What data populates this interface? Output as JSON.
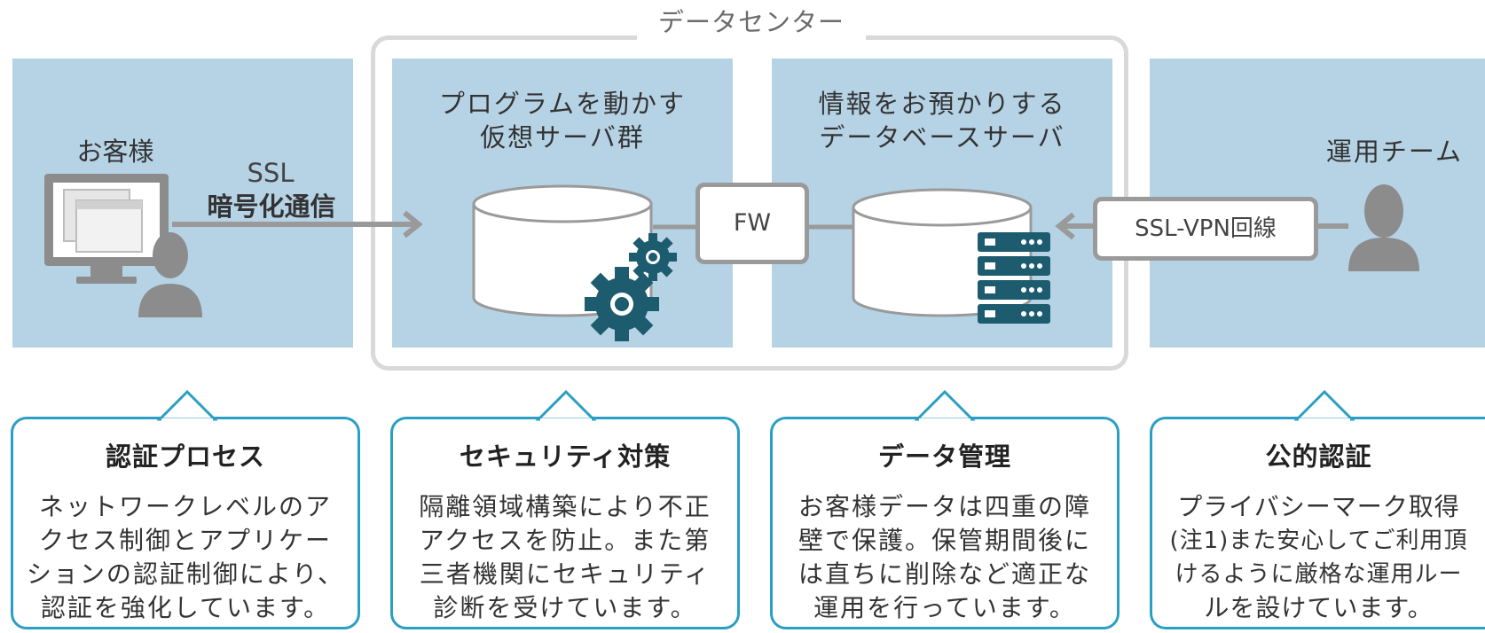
{
  "datacenter": {
    "title": "データセンター"
  },
  "customer": {
    "label": "お客様",
    "ssl_line1": "SSL",
    "ssl_line2": "暗号化通信"
  },
  "vm_group": {
    "line1": "プログラムを動かす",
    "line2": "仮想サーバ群"
  },
  "firewall": {
    "label": "FW"
  },
  "db_server": {
    "line1": "情報をお預かりする",
    "line2": "データベースサーバ"
  },
  "operations": {
    "label": "運用チーム",
    "vpn_label": "SSL-VPN回線"
  },
  "callouts": [
    {
      "title": "認証プロセス",
      "lines": [
        "ネットワークレベルのア",
        "クセス制御とアプリケー",
        "ションの認証制御により、",
        "認証を強化しています。"
      ]
    },
    {
      "title": "セキュリティ対策",
      "lines": [
        "隔離領域構築により不正",
        "アクセスを防止。また第",
        "三者機関にセキュリティ",
        "診断を受けています。"
      ]
    },
    {
      "title": "データ管理",
      "lines": [
        "お客様データは四重の障",
        "壁で保護。保管期間後に",
        "は直ちに削除など適正な",
        "運用を行っています。"
      ]
    },
    {
      "title": "公的認証",
      "lines": [
        "プライバシーマーク取得",
        "(注1)また安心してご利用頂",
        "けるように厳格な運用ルー",
        "ルを設けています。"
      ]
    }
  ],
  "colors": {
    "panel": "#b6d3e6",
    "callout_border": "#2b9ec4",
    "icon_dark": "#1d5b6e",
    "person": "#8c8c8c",
    "frame": "#d9d9d9"
  }
}
